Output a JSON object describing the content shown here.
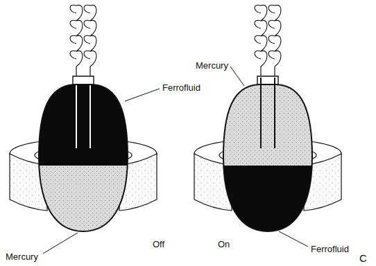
{
  "diagram": {
    "labels": [
      "Ferrofluid",
      "Mercury",
      "Off",
      "Mercury",
      "On",
      "Ferrofluid",
      "C"
    ]
  }
}
